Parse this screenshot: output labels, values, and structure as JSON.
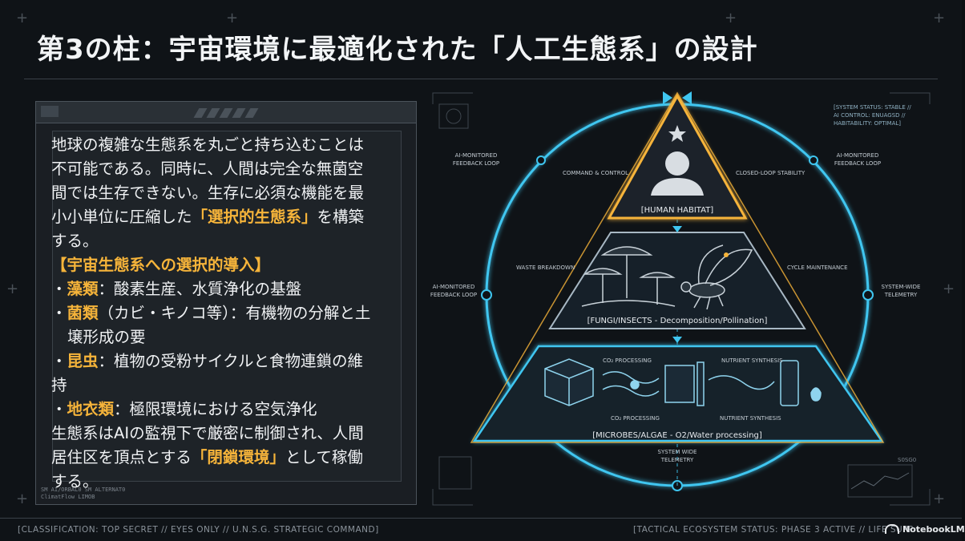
{
  "title": "第3の柱：宇宙環境に最適化された「人工生態系」の設計",
  "panel": {
    "p1_a": "地球の複雑な生態系を丸ごと持ち込むことは不可能である。同時に、人間は完全な無菌空間では生存できない。生存に必須な機能を最小小単位に圧縮した",
    "p1_hl": "「選択的生態系」",
    "p1_b": "を構築する。",
    "section_head": "【宇宙生態系への選択的導入】",
    "items": [
      {
        "key": "藻類",
        "text": "：酸素生産、水質浄化の基盤"
      },
      {
        "key": "菌類",
        "text": "（カビ・キノコ等）：有機物の分解と土壌形成の要"
      },
      {
        "key": "昆虫",
        "text": "：植物の受粉サイクルと食物連鎖の維持"
      },
      {
        "key": "地衣類",
        "text": "：極限環境における空気浄化"
      }
    ],
    "p2_a": "生態系はAIの監視下で厳密に制御され、人間居住区を頂点とする",
    "p2_hl": "「閉鎖環境」",
    "p2_b": "として稼働する。",
    "foot_1": "SM AI/ORBAL0      SM ALTERNAT0",
    "foot_2": "ClimatFlow            LIMOB"
  },
  "diagram": {
    "status_1": "[SYSTEM STATUS: STABLE //",
    "status_2": "AI CONTROL: ENUAGSD //",
    "status_3": "HABITABILITY: OPTIMAL]",
    "ai_loop_tl_1": "AI-MONITORED",
    "ai_loop_tl_2": "FEEDBACK LOOP",
    "ai_loop_tr_1": "AI-MONITORED",
    "ai_loop_tr_2": "FEEDBACK LOOP",
    "ai_loop_l_1": "AI-MONITORED",
    "ai_loop_l_2": "FEEDBACK LOOP",
    "telemetry_r_1": "SYSTEM-WIDE",
    "telemetry_r_2": "TELEMETRY",
    "telemetry_b_1": "SYSTEM WIDE",
    "telemetry_b_2": "TELEMETRY",
    "cmd_control": "COMMAND & CONTROL",
    "closed_loop": "CLOSED-LOOP STABILITY",
    "waste_breakdown": "WASTE BREAKDOWN",
    "cycle_maintenance": "CYCLE MAINTENANCE",
    "co2_processing_top": "CO₂ PROCESSING",
    "co2_processing_bottom": "CO₂ PROCESSING",
    "nutrient_top": "NUTRIENT SYNTHESIS",
    "nutrient_bottom": "NUTRIENT SYNTHESIS",
    "tier_top_label": "[HUMAN HABITAT]",
    "tier_mid_label": "[FUNGI/INSECTS - Decomposition/Pollination]",
    "tier_bottom_label": "[MICROBES/ALGAE - O2/Water processing]",
    "corner_code": "S0SG0"
  },
  "footer": {
    "left": "[CLASSIFICATION: TOP SECRET // EYES ONLY // U.N.S.G. STRATEGIC COMMAND]",
    "right": "[TACTICAL ECOSYSTEM STATUS: PHASE 3 ACTIVE // LIFE SUPP",
    "brand": "NotebookLM"
  },
  "colors": {
    "accent_orange": "#f6b43a",
    "cyan_glow": "#3fc6f0",
    "background": "#0f1317"
  }
}
